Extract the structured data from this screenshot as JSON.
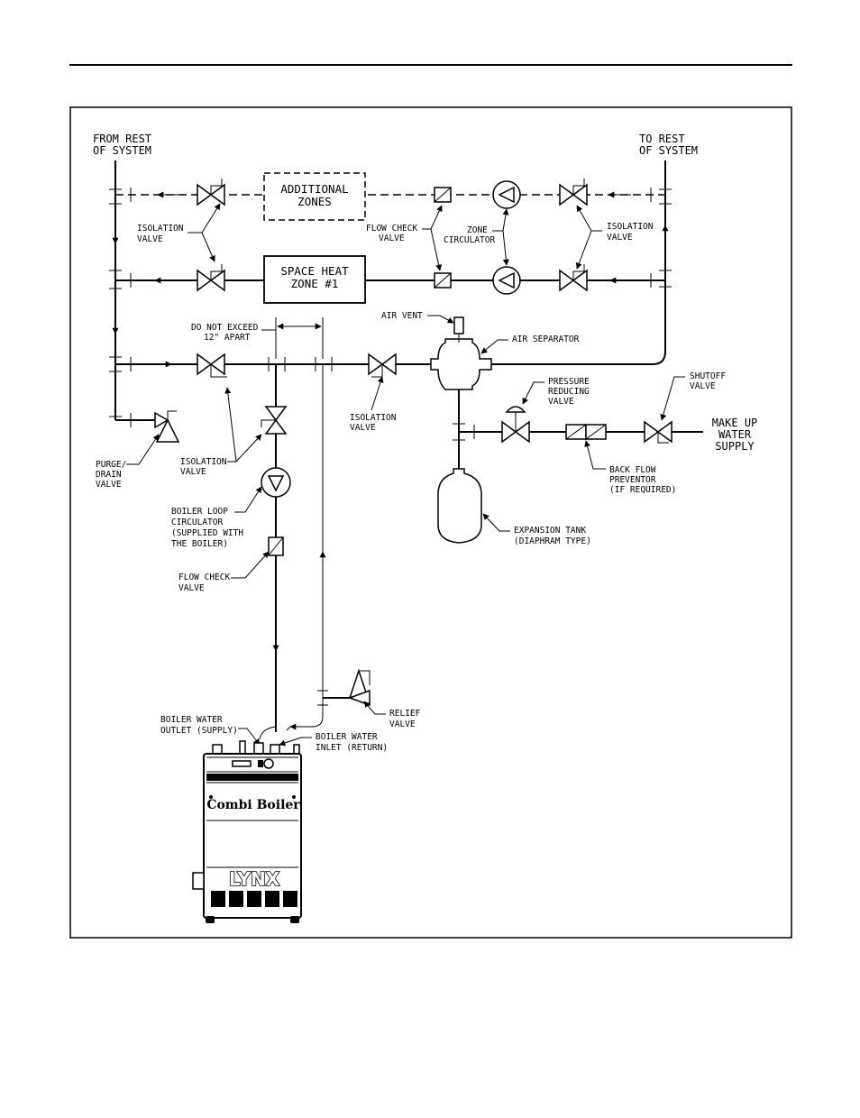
{
  "labels": {
    "from_rest": [
      "FROM REST",
      "OF SYSTEM"
    ],
    "to_rest": [
      "TO REST",
      "OF SYSTEM"
    ],
    "additional_zones": [
      "ADDITIONAL",
      "ZONES"
    ],
    "space_heat_zone": [
      "SPACE HEAT",
      "ZONE #1"
    ],
    "isolation_valve_left": [
      "ISOLATION",
      "VALVE"
    ],
    "isolation_valve_right": [
      "ISOLATION",
      "VALVE"
    ],
    "flow_check_valve_top": [
      "FLOW CHECK",
      "VALVE"
    ],
    "zone_circulator": [
      "ZONE",
      "CIRCULATOR"
    ],
    "do_not_exceed": [
      "DO NOT EXCEED",
      "12\" APART"
    ],
    "air_vent": "AIR VENT",
    "air_separator": "AIR SEPARATOR",
    "isolation_valve_mid": [
      "ISOLATION",
      "VALVE"
    ],
    "pressure_reducing_valve": [
      "PRESSURE",
      "REDUCING",
      "VALVE"
    ],
    "shutoff_valve": [
      "SHUTOFF",
      "VALVE"
    ],
    "make_up_water_supply": [
      "MAKE UP",
      "WATER",
      "SUPPLY"
    ],
    "purge_drain_valve": [
      "PURGE/",
      "DRAIN",
      "VALVE"
    ],
    "isolation_valve_loop": [
      "ISOLATION",
      "VALVE"
    ],
    "back_flow_preventor": [
      "BACK FLOW",
      "PREVENTOR",
      "(IF REQUIRED)"
    ],
    "boiler_loop_circulator": [
      "BOILER LOOP",
      "CIRCULATOR",
      "(SUPPLIED WITH",
      "THE BOILER)"
    ],
    "expansion_tank": [
      "EXPANSION TANK",
      "(DIAPHRAM TYPE)"
    ],
    "flow_check_valve_loop": [
      "FLOW CHECK",
      "VALVE"
    ],
    "relief_valve": [
      "RELIEF",
      "VALVE"
    ],
    "boiler_water_outlet": [
      "BOILER WATER",
      "OUTLET (SUPPLY)"
    ],
    "boiler_water_inlet": [
      "BOILER WATER",
      "INLET (RETURN)"
    ],
    "boiler_name": "Combi Boiler",
    "boiler_brand": "LYNX"
  }
}
